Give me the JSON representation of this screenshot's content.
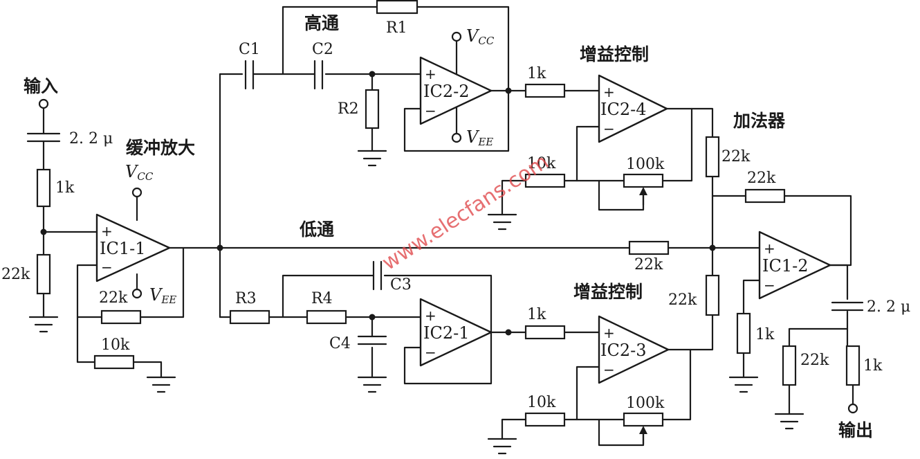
{
  "labels": {
    "input": "输入",
    "output": "输出",
    "buffer_amp": "缓冲放大",
    "high_pass": "高通",
    "low_pass": "低通",
    "gain_control_top": "增益控制",
    "gain_control_bottom": "增益控制",
    "adder": "加法器"
  },
  "supply": {
    "vcc": "V",
    "vcc_sub": "CC",
    "vee": "V",
    "vee_sub": "EE"
  },
  "opamps": {
    "ic1_1": "IC1-1",
    "ic1_2": "IC1-2",
    "ic2_1": "IC2-1",
    "ic2_2": "IC2-2",
    "ic2_3": "IC2-3",
    "ic2_4": "IC2-4",
    "plus": "+",
    "minus": "−"
  },
  "components": {
    "cap_in": "2. 2 μ",
    "cap_out": "2. 2 μ",
    "r_in_series": "1k",
    "r_in_shunt": "22k",
    "r_buf_fb": "22k",
    "r_buf_gnd": "10k",
    "c1": "C1",
    "c2": "C2",
    "r1": "R1",
    "r2": "R2",
    "r3": "R3",
    "r4": "R4",
    "c3": "C3",
    "c4": "C4",
    "r_gain_top_in": "1k",
    "r_gain_top_gnd": "10k",
    "pot_top": "100k",
    "r_gain_bot_in": "1k",
    "r_gain_bot_gnd": "10k",
    "pot_bot": "100k",
    "r_sum_top": "22k",
    "r_sum_fb": "22k",
    "r_sum_low": "22k",
    "r_sum_bot": "22k",
    "r_out_gnd": "1k",
    "r_load_a": "22k",
    "r_load_b": "1k"
  },
  "watermark": "www.elecfans.com"
}
